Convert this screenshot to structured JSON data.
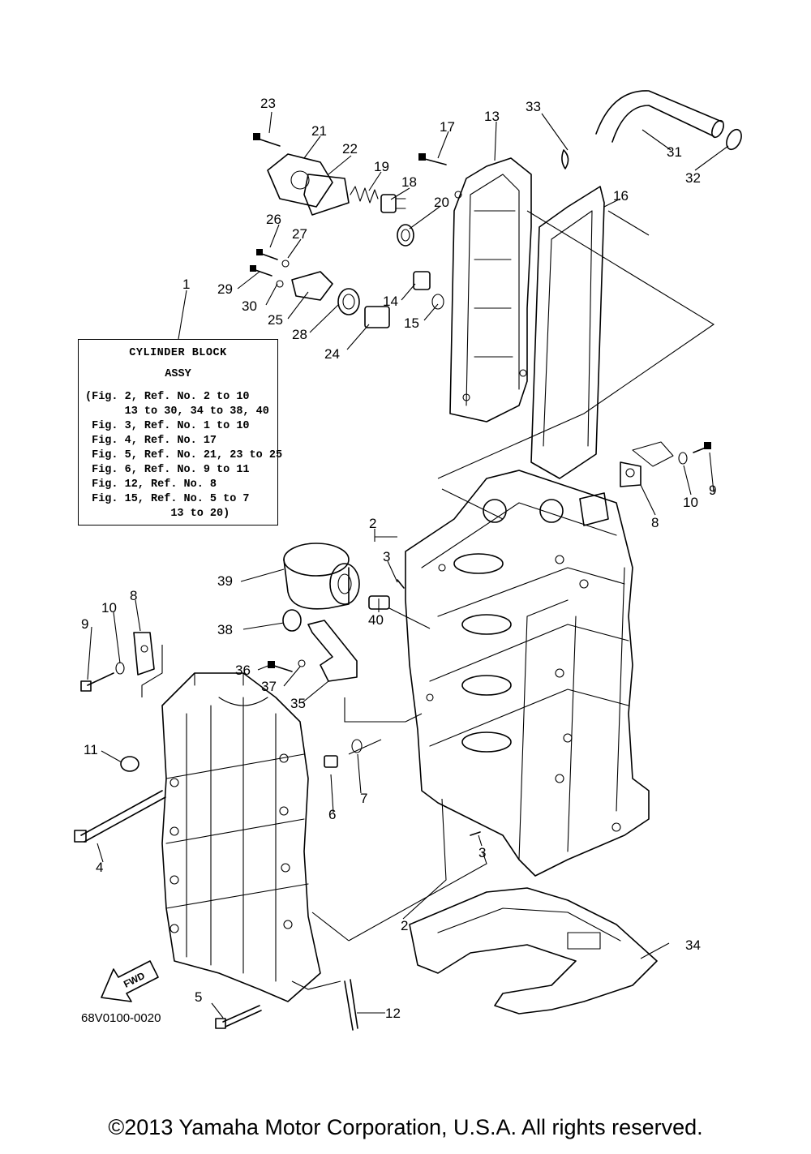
{
  "assy_box": {
    "title": "CYLINDER BLOCK",
    "subtitle": "ASSY",
    "lines": [
      "(Fig. 2, Ref. No. 2 to 10",
      "      13 to 30, 34 to 38, 40",
      " Fig. 3, Ref. No. 1 to 10",
      " Fig. 4, Ref. No. 17",
      " Fig. 5, Ref. No. 21, 23 to 25",
      " Fig. 6, Ref. No. 9 to 11",
      " Fig. 12, Ref. No. 8",
      " Fig. 15, Ref. No. 5 to 7",
      "             13 to 20)"
    ]
  },
  "callouts": [
    {
      "id": "c1",
      "text": "1"
    },
    {
      "id": "c2a",
      "text": "2"
    },
    {
      "id": "c2b",
      "text": "2"
    },
    {
      "id": "c3a",
      "text": "3"
    },
    {
      "id": "c3b",
      "text": "3"
    },
    {
      "id": "c4",
      "text": "4"
    },
    {
      "id": "c5",
      "text": "5"
    },
    {
      "id": "c6",
      "text": "6"
    },
    {
      "id": "c7",
      "text": "7"
    },
    {
      "id": "c8a",
      "text": "8"
    },
    {
      "id": "c8b",
      "text": "8"
    },
    {
      "id": "c9a",
      "text": "9"
    },
    {
      "id": "c9b",
      "text": "9"
    },
    {
      "id": "c10a",
      "text": "10"
    },
    {
      "id": "c10b",
      "text": "10"
    },
    {
      "id": "c11",
      "text": "11"
    },
    {
      "id": "c12",
      "text": "12"
    },
    {
      "id": "c13",
      "text": "13"
    },
    {
      "id": "c14",
      "text": "14"
    },
    {
      "id": "c15",
      "text": "15"
    },
    {
      "id": "c16",
      "text": "16"
    },
    {
      "id": "c17",
      "text": "17"
    },
    {
      "id": "c18",
      "text": "18"
    },
    {
      "id": "c19",
      "text": "19"
    },
    {
      "id": "c20",
      "text": "20"
    },
    {
      "id": "c21",
      "text": "21"
    },
    {
      "id": "c22",
      "text": "22"
    },
    {
      "id": "c23",
      "text": "23"
    },
    {
      "id": "c24",
      "text": "24"
    },
    {
      "id": "c25",
      "text": "25"
    },
    {
      "id": "c26",
      "text": "26"
    },
    {
      "id": "c27",
      "text": "27"
    },
    {
      "id": "c28",
      "text": "28"
    },
    {
      "id": "c29",
      "text": "29"
    },
    {
      "id": "c30",
      "text": "30"
    },
    {
      "id": "c31",
      "text": "31"
    },
    {
      "id": "c32",
      "text": "32"
    },
    {
      "id": "c33",
      "text": "33"
    },
    {
      "id": "c34",
      "text": "34"
    },
    {
      "id": "c35",
      "text": "35"
    },
    {
      "id": "c36",
      "text": "36"
    },
    {
      "id": "c37",
      "text": "37"
    },
    {
      "id": "c38",
      "text": "38"
    },
    {
      "id": "c39",
      "text": "39"
    },
    {
      "id": "c40",
      "text": "40"
    }
  ],
  "fwd_label": "FWD",
  "figure_code": "68V0100-0020",
  "copyright": "©2013 Yamaha Motor Corporation, U.S.A. All rights reserved."
}
